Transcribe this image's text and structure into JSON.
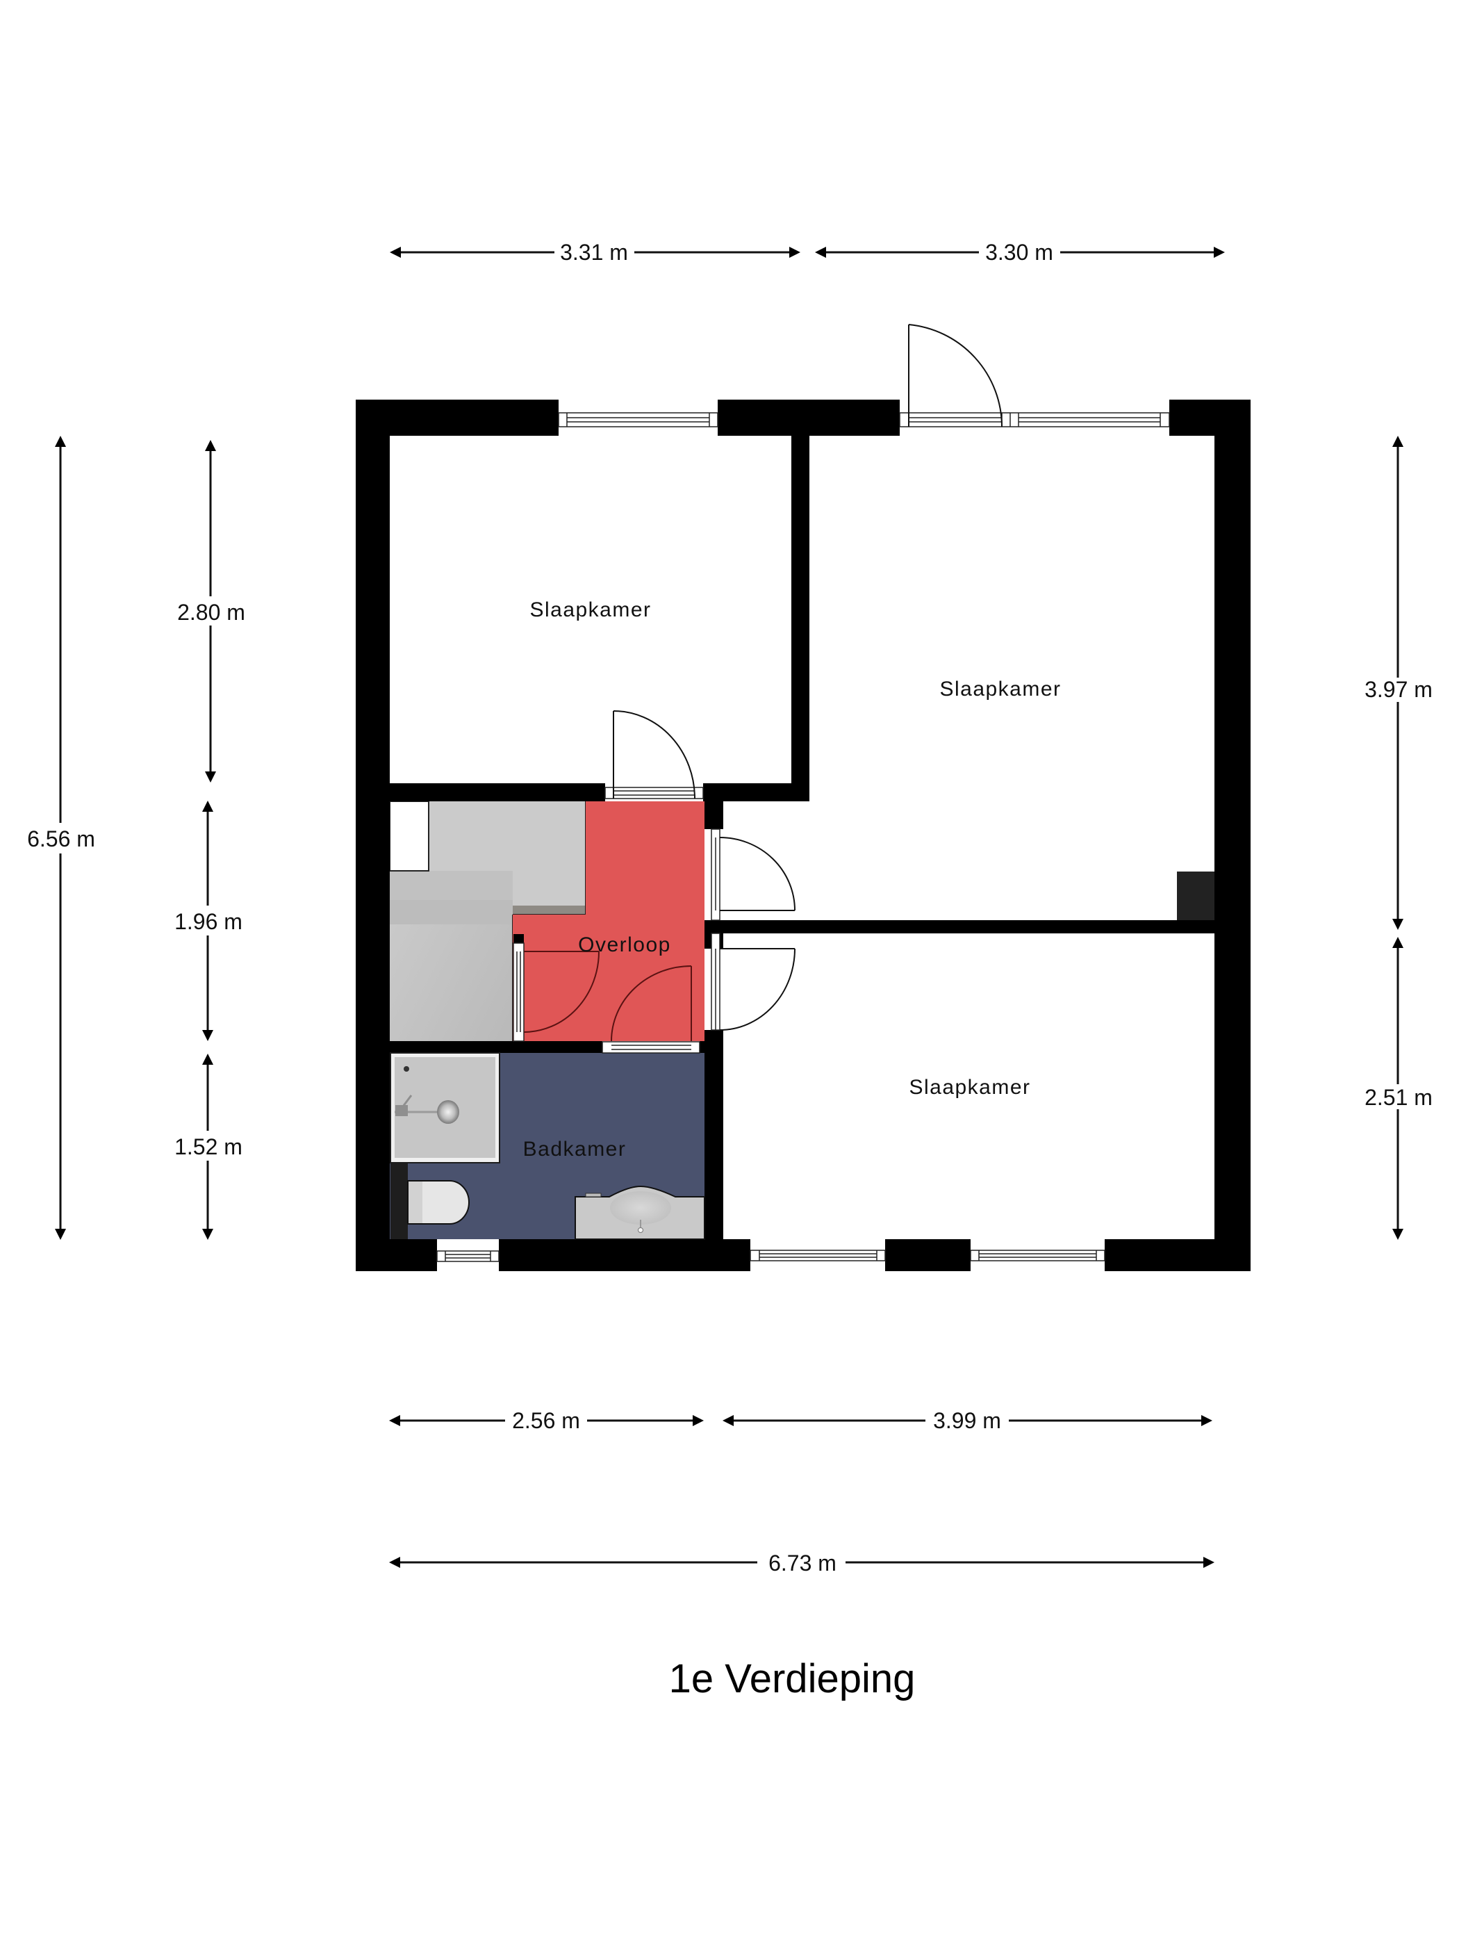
{
  "floor_title": "1e Verdieping",
  "colors": {
    "wall": "#000000",
    "overloop": "#e05656",
    "badkamer": "#4a526e",
    "stairs": "#c4c4c4",
    "stairs_dark": "#b6b6b6",
    "fixture": "#c9c9c9",
    "background": "#ffffff"
  },
  "rooms": [
    {
      "name": "Slaapkamer",
      "id": "bedroom-top-left"
    },
    {
      "name": "Slaapkamer",
      "id": "bedroom-top-right"
    },
    {
      "name": "Overloop",
      "id": "landing"
    },
    {
      "name": "Slaapkamer",
      "id": "bedroom-bottom-right"
    },
    {
      "name": "Badkamer",
      "id": "bathroom"
    }
  ],
  "dimensions": {
    "top": [
      {
        "label": "3.31 m",
        "value_m": 3.31
      },
      {
        "label": "3.30 m",
        "value_m": 3.3
      }
    ],
    "left_total": {
      "label": "6.56 m",
      "value_m": 6.56
    },
    "left": [
      {
        "label": "2.80 m",
        "value_m": 2.8
      },
      {
        "label": "1.96 m",
        "value_m": 1.96
      },
      {
        "label": "1.52 m",
        "value_m": 1.52
      }
    ],
    "right": [
      {
        "label": "3.97 m",
        "value_m": 3.97
      },
      {
        "label": "2.51 m",
        "value_m": 2.51
      }
    ],
    "bottom": [
      {
        "label": "2.56 m",
        "value_m": 2.56
      },
      {
        "label": "3.99 m",
        "value_m": 3.99
      }
    ],
    "bottom_total": {
      "label": "6.73 m",
      "value_m": 6.73
    }
  }
}
